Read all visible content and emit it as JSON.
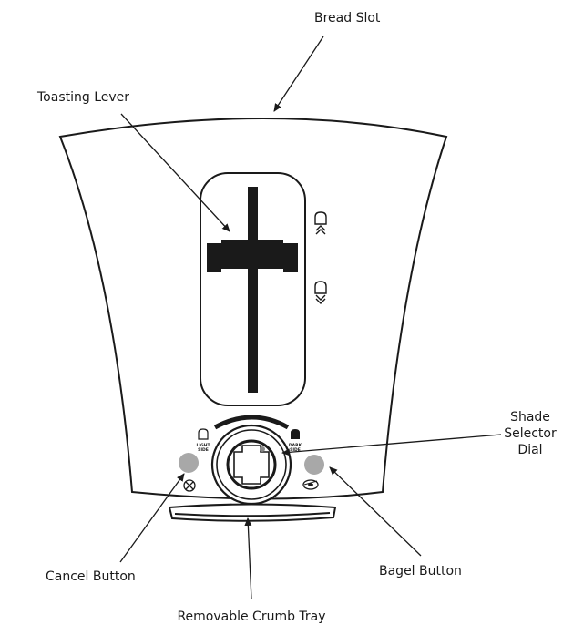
{
  "labels": {
    "bread_slot": "Bread Slot",
    "toasting_lever": "Toasting Lever",
    "shade_selector_line1": "Shade",
    "shade_selector_line2": "Selector",
    "shade_selector_line3": "Dial",
    "cancel_button": "Cancel Button",
    "bagel_button": "Bagel Button",
    "removable_crumb_tray": "Removable Crumb Tray"
  },
  "dial_marks": {
    "light_line1": "LIGHT",
    "light_line2": "SIDE",
    "dark_line1": "DARK",
    "dark_line2": "SIDE"
  },
  "icons": [
    "bread-up-icon",
    "bread-down-icon",
    "cancel-x-icon",
    "bagel-icon"
  ],
  "colors": {
    "line": "#1a1a1a",
    "button_fill": "#a8a8a8",
    "background": "#ffffff"
  }
}
